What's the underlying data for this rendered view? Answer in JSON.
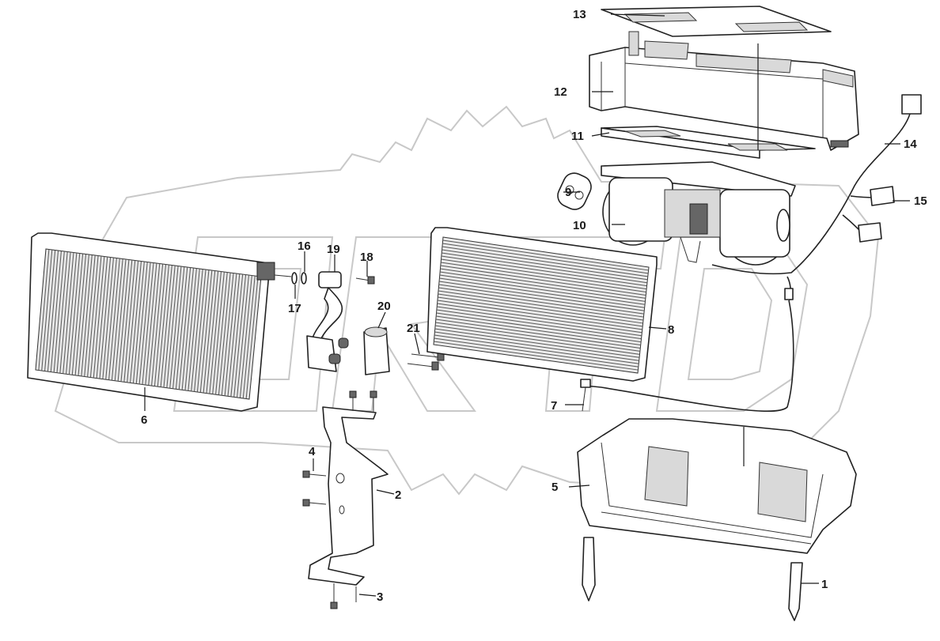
{
  "callouts": [
    {
      "id": "1",
      "text": "1"
    },
    {
      "id": "2",
      "text": "2"
    },
    {
      "id": "3",
      "text": "3"
    },
    {
      "id": "4",
      "text": "4"
    },
    {
      "id": "5",
      "text": "5"
    },
    {
      "id": "6",
      "text": "6"
    },
    {
      "id": "7",
      "text": "7"
    },
    {
      "id": "8",
      "text": "8"
    },
    {
      "id": "9",
      "text": "9"
    },
    {
      "id": "10",
      "text": "10"
    },
    {
      "id": "11",
      "text": "11"
    },
    {
      "id": "12",
      "text": "12"
    },
    {
      "id": "13",
      "text": "13"
    },
    {
      "id": "14",
      "text": "14"
    },
    {
      "id": "15",
      "text": "15"
    },
    {
      "id": "16",
      "text": "16"
    },
    {
      "id": "17",
      "text": "17"
    },
    {
      "id": "18",
      "text": "18"
    },
    {
      "id": "19",
      "text": "19"
    },
    {
      "id": "20",
      "text": "20"
    },
    {
      "id": "21",
      "text": "21"
    }
  ],
  "colors": {
    "line": "#1a1a1a",
    "watermark": "#c8c8c8",
    "background": "#ffffff"
  }
}
